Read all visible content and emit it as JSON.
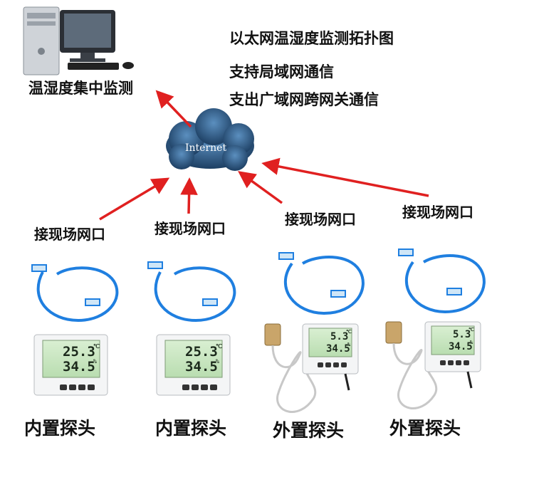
{
  "title_lines": [
    "以太网温湿度监测拓扑图",
    "支持局域网通信",
    "支出广域网跨网关通信"
  ],
  "pc_label": "温湿度集中监测",
  "cloud_label": "Internet",
  "port_label": "接现场网口",
  "devices": [
    {
      "probe": "内置探头",
      "temp": "25.3",
      "hum": "34.5",
      "unit_t": "℃",
      "unit_h": "%"
    },
    {
      "probe": "内置探头",
      "temp": "25.3",
      "hum": "34.5",
      "unit_t": "℃",
      "unit_h": "%"
    },
    {
      "probe": "外置探头",
      "temp": "5.3",
      "hum": "34.5",
      "unit_t": "℃",
      "unit_h": "%"
    },
    {
      "probe": "外置探头",
      "temp": "5.3",
      "hum": "34.5",
      "unit_t": "℃",
      "unit_h": "%"
    }
  ],
  "colors": {
    "arrow": "#e02020",
    "cable": "#1f7fe0",
    "cloud": "#2d5f8a"
  }
}
